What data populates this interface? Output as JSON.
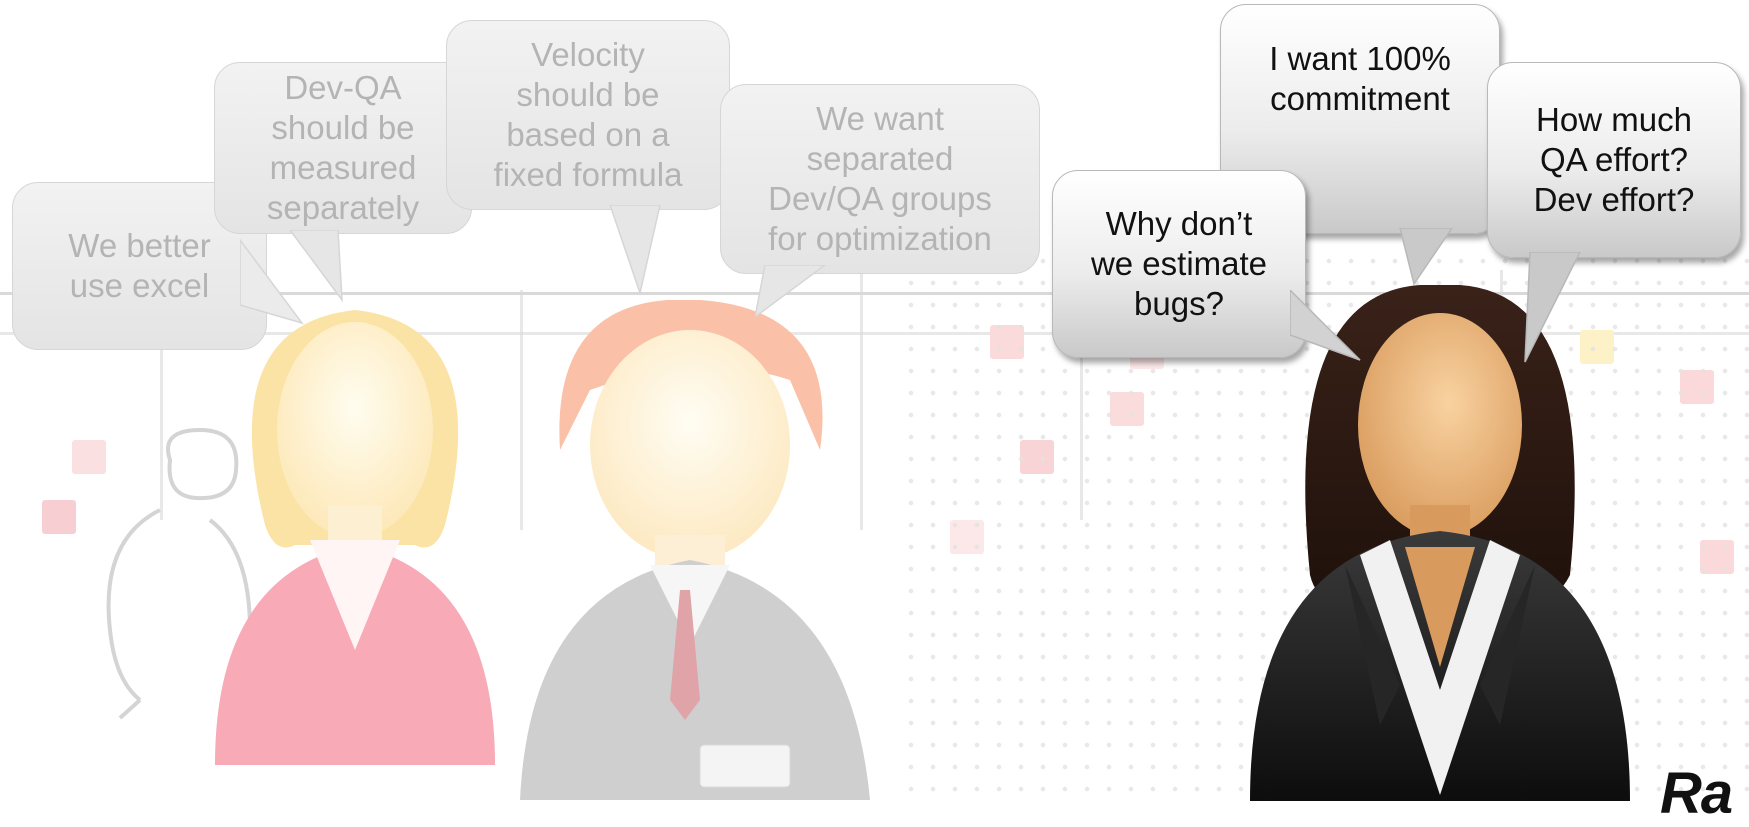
{
  "bubbles": {
    "excel": "We better\nuse excel",
    "devqa": "Dev-QA\nshould be\nmeasured\nseparately",
    "velocity": "Velocity\nshould be\nbased on a\nfixed formula",
    "groups": "We want\nseparated\nDev/QA groups\nfor optimization",
    "bugs": "Why don’t\nwe estimate\nbugs?",
    "commitment": "I want 100%\ncommitment",
    "effort": "How much\nQA effort?\nDev effort?"
  },
  "logo_text": "Ra"
}
